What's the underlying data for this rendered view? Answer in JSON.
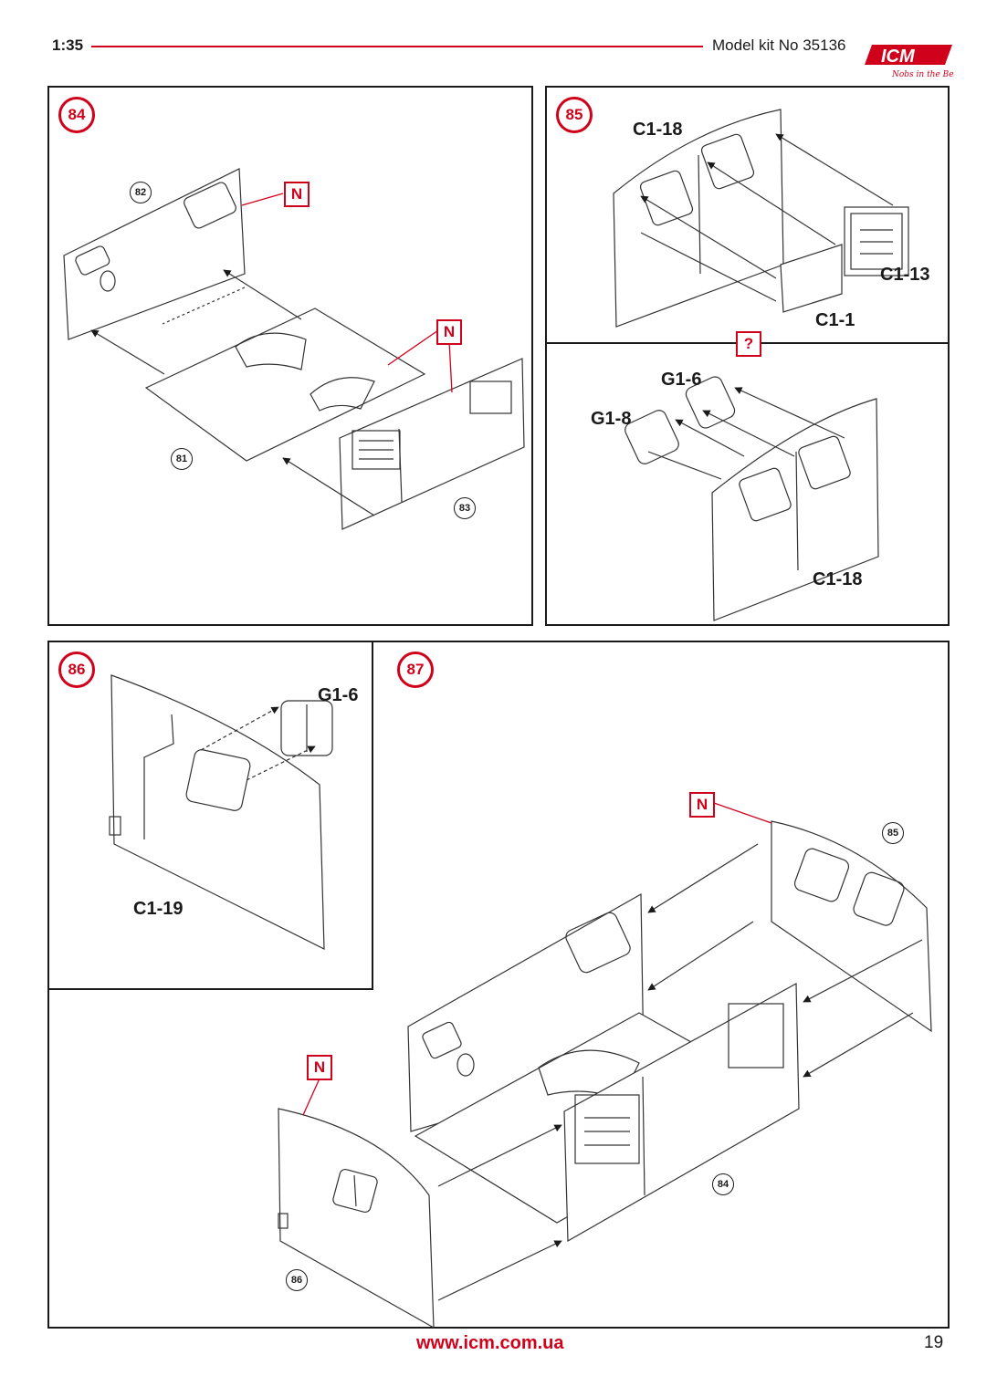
{
  "header": {
    "scale": "1:35",
    "model_kit": "Model kit No 35136",
    "logo_text": "ICM",
    "logo_tagline": "Nobs in the Best"
  },
  "colors": {
    "accent": "#d0021b",
    "line": "#1a1a1a"
  },
  "steps": {
    "s84": {
      "number": "84",
      "refs": [
        "82",
        "81",
        "83"
      ],
      "marks": [
        "N",
        "N"
      ]
    },
    "s85": {
      "number": "85",
      "parts_top": [
        "C1-18",
        "C1-13",
        "C1-1"
      ],
      "mark": "?",
      "parts_bottom": [
        "G1-6",
        "G1-8",
        "C1-18"
      ]
    },
    "s86": {
      "number": "86",
      "parts": [
        "G1-6",
        "C1-19"
      ]
    },
    "s87": {
      "number": "87",
      "refs": [
        "85",
        "84",
        "86"
      ],
      "marks": [
        "N",
        "N"
      ]
    }
  },
  "footer": {
    "url": "www.icm.com.ua",
    "page": "19"
  }
}
